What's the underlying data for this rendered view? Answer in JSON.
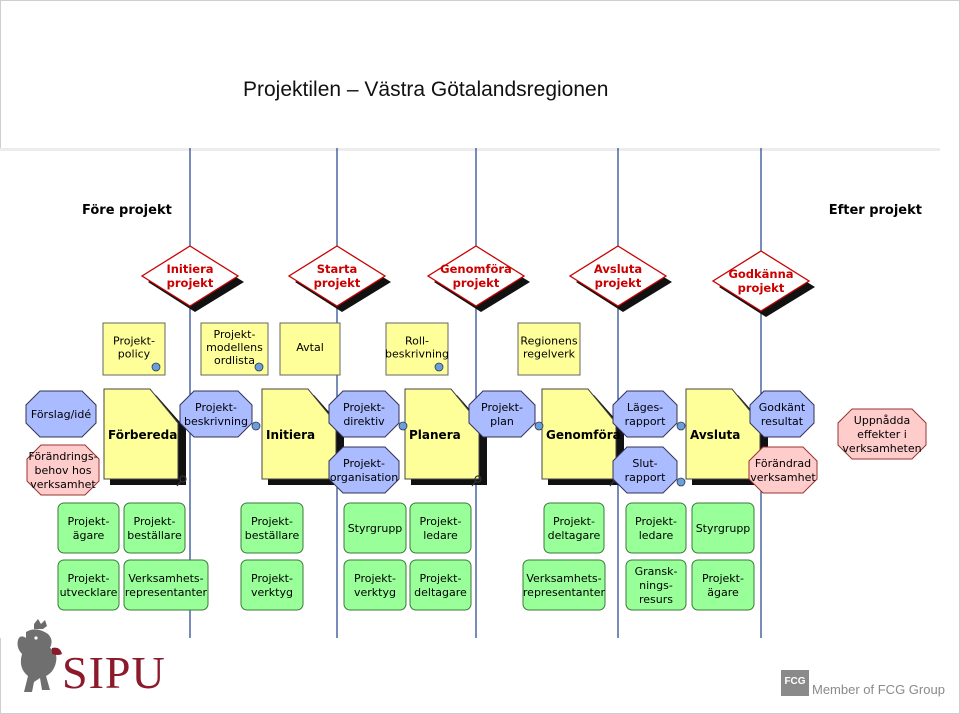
{
  "title": "Projektilen – Västra Götalandsregionen",
  "diagram": {
    "before_label": "Före projekt",
    "after_label": "Efter projekt",
    "decisions": [
      {
        "line1": "Initiera",
        "line2": "projekt"
      },
      {
        "line1": "Starta",
        "line2": "projekt"
      },
      {
        "line1": "Genomföra",
        "line2": "projekt"
      },
      {
        "line1": "Avsluta",
        "line2": "projekt"
      },
      {
        "line1": "Godkänna",
        "line2": "projekt"
      }
    ],
    "documents": [
      {
        "lines": [
          "Projekt-",
          "policy"
        ]
      },
      {
        "lines": [
          "Projekt-",
          "modellens",
          "ordlista"
        ]
      },
      {
        "lines": [
          "Avtal"
        ]
      },
      {
        "lines": [
          "Roll-",
          "beskrivning"
        ]
      },
      {
        "lines": [
          "Regionens",
          "regelverk"
        ]
      }
    ],
    "phases": [
      "Förbereda",
      "Initiera",
      "Planera",
      "Genomföra",
      "Avsluta"
    ],
    "inputs": [
      {
        "lines": [
          "Förslag/idé"
        ]
      },
      {
        "lines": [
          "Projekt-",
          "beskrivning"
        ]
      },
      {
        "lines": [
          "Projekt-",
          "direktiv"
        ]
      },
      {
        "lines": [
          "Projekt-",
          "organisation"
        ]
      },
      {
        "lines": [
          "Projekt-",
          "plan"
        ]
      },
      {
        "lines": [
          "Läges-",
          "rapport"
        ]
      },
      {
        "lines": [
          "Slut-",
          "rapport"
        ]
      },
      {
        "lines": [
          "Godkänt",
          "resultat"
        ]
      }
    ],
    "effects": [
      {
        "lines": [
          "Förändrings-",
          "behov hos",
          "verksamhet"
        ]
      },
      {
        "lines": [
          "Förändrad",
          "verksamhet"
        ]
      },
      {
        "lines": [
          "Uppnådda",
          "effekter i",
          "verksamheten"
        ]
      }
    ],
    "roles": [
      {
        "lines": [
          "Projekt-",
          "ägare"
        ]
      },
      {
        "lines": [
          "Projekt-",
          "beställare"
        ]
      },
      {
        "lines": [
          "Projekt-",
          "utvecklare"
        ]
      },
      {
        "lines": [
          "Verksamhets-",
          "representanter"
        ]
      },
      {
        "lines": [
          "Projekt-",
          "beställare"
        ]
      },
      {
        "lines": [
          "Projekt-",
          "verktyg"
        ]
      },
      {
        "lines": [
          "Styrgrupp"
        ]
      },
      {
        "lines": [
          "Projekt-",
          "ledare"
        ]
      },
      {
        "lines": [
          "Projekt-",
          "verktyg"
        ]
      },
      {
        "lines": [
          "Projekt-",
          "deltagare"
        ]
      },
      {
        "lines": [
          "Projekt-",
          "deltagare"
        ]
      },
      {
        "lines": [
          "Verksamhets-",
          "representanter"
        ]
      },
      {
        "lines": [
          "Projekt-",
          "ledare"
        ]
      },
      {
        "lines": [
          "Styrgrupp"
        ]
      },
      {
        "lines": [
          "Gransk-",
          "nings-",
          "resurs"
        ]
      },
      {
        "lines": [
          "Projekt-",
          "ägare"
        ]
      }
    ]
  },
  "footer": {
    "logo_text": "SIPU",
    "fcg_badge": "FCG",
    "fcg_text": "Member of FCG Group"
  },
  "colors": {
    "yellow": "#ffff99",
    "blue": "#aabbff",
    "green": "#99ff99",
    "pink": "#ffcccc",
    "red_text": "#cc0000",
    "lane_line": "#1f3f8f",
    "sipu": "#8b1a2a"
  }
}
